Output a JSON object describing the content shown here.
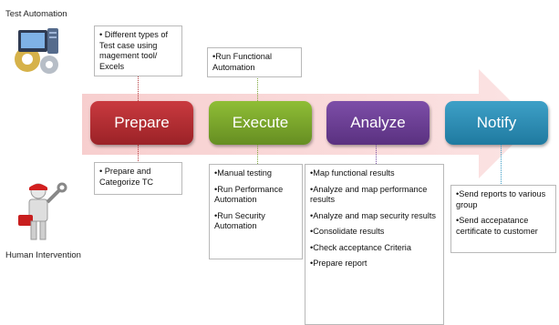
{
  "labels": {
    "test_automation": "Test Automation",
    "human_intervention": "Human Intervention"
  },
  "stages": [
    {
      "name": "Prepare",
      "color": "#b02a2f"
    },
    {
      "name": "Execute",
      "color": "#79a42c"
    },
    {
      "name": "Analyze",
      "color": "#6a3e93"
    },
    {
      "name": "Notify",
      "color": "#2a8ab0"
    }
  ],
  "notes": {
    "prepare_top": [
      "• Different types of Test case using magement tool/ Excels"
    ],
    "execute_top": [
      "•Run Functional Automation"
    ],
    "prepare_bottom": [
      "• Prepare and Categorize TC"
    ],
    "execute_bottom": [
      "•Manual testing",
      "•Run Performance Automation",
      "•Run Security Automation"
    ],
    "analyze_bottom": [
      "•Map functional results",
      "•Analyze and map performance results",
      "•Analyze and map security results",
      "•Consolidate results",
      "•Check acceptance Criteria",
      "•Prepare report"
    ],
    "notify_bottom": [
      "•Send reports to various group",
      "•Send accepatance certificate to customer"
    ]
  },
  "icons": {
    "automation": "computer-gears-icon",
    "human": "worker-with-wrench-icon"
  }
}
